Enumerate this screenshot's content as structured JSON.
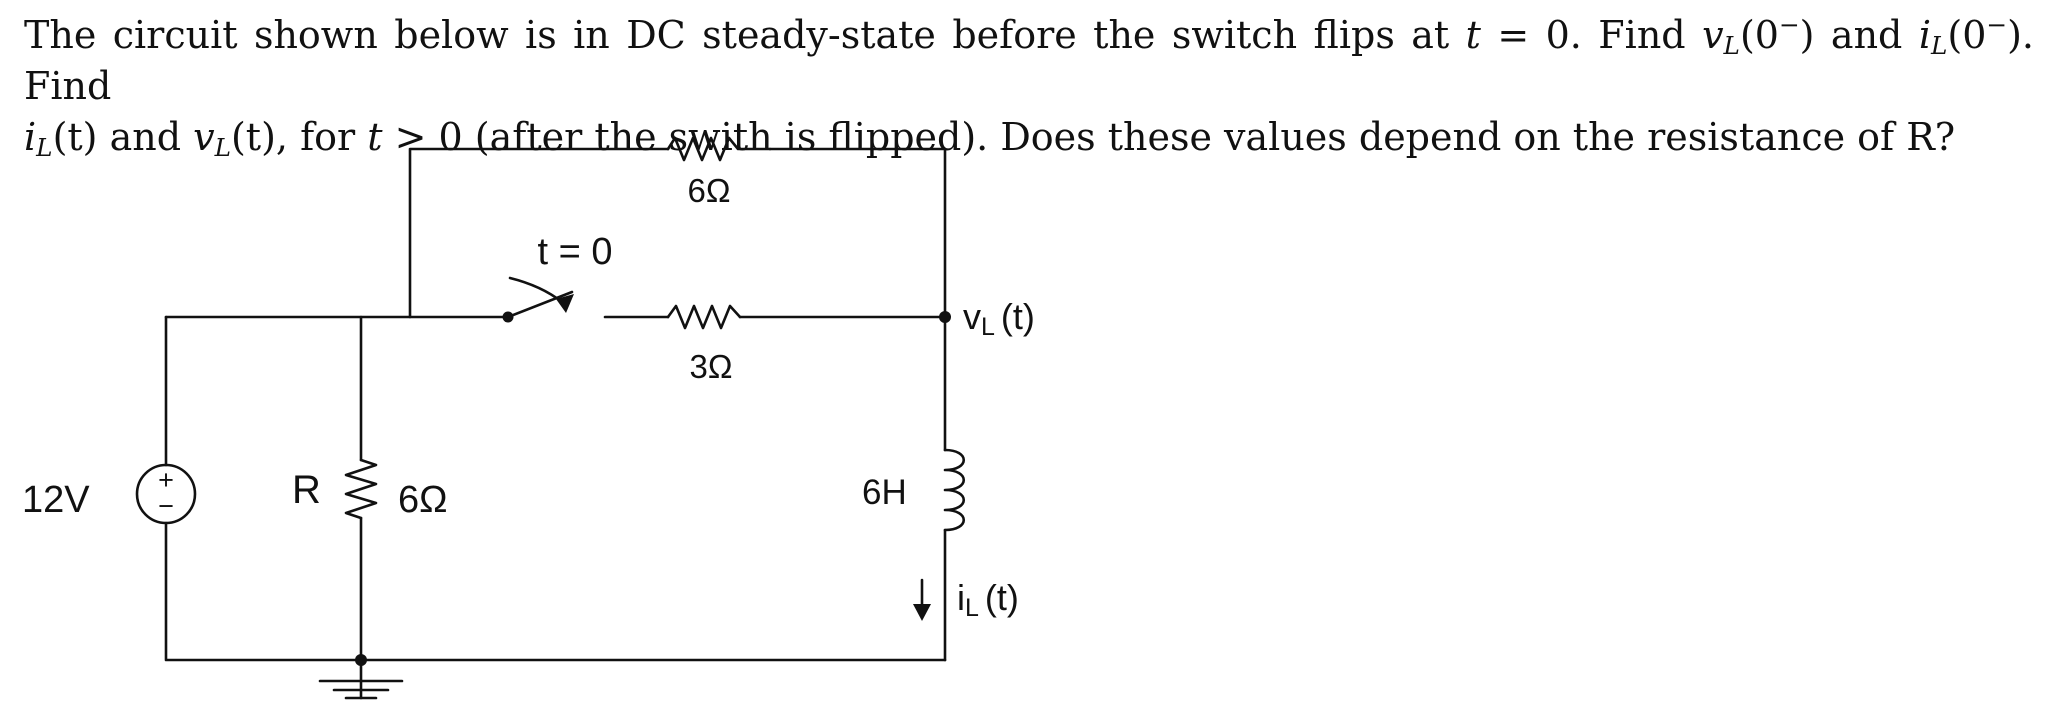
{
  "problem": {
    "line1_a": "The circuit shown below is in DC steady-state before the switch flips at ",
    "t_var": "t",
    "eq_zero": " = 0",
    "line1_b": ". Find ",
    "v_sym": "v",
    "L_sub": "L",
    "zero_minus_open": "(0",
    "minus_sup": "−",
    "close_paren": ")",
    "and_text": " and ",
    "i_sym": "i",
    "line1_end": ". Find",
    "line2_a": "(t) and ",
    "line2_b": "(t), for ",
    "gt_zero": " > 0",
    "line2_c": " (after the swith is flipped). Does these values depend on the resistance of R?"
  },
  "circuit": {
    "top_resistor": "6Ω",
    "switch_label": "t = 0",
    "middle_resistor": "3Ω",
    "node_voltage_v": "v",
    "node_voltage_sub": "L",
    "node_voltage_arg": "(t)",
    "source_value": "12V",
    "source_plus": "+",
    "source_minus": "−",
    "resistor_R_name": "R",
    "resistor_R_value": "6Ω",
    "inductor_value": "6H",
    "current_i": "i",
    "current_sub": "L",
    "current_arg": "(t)"
  }
}
